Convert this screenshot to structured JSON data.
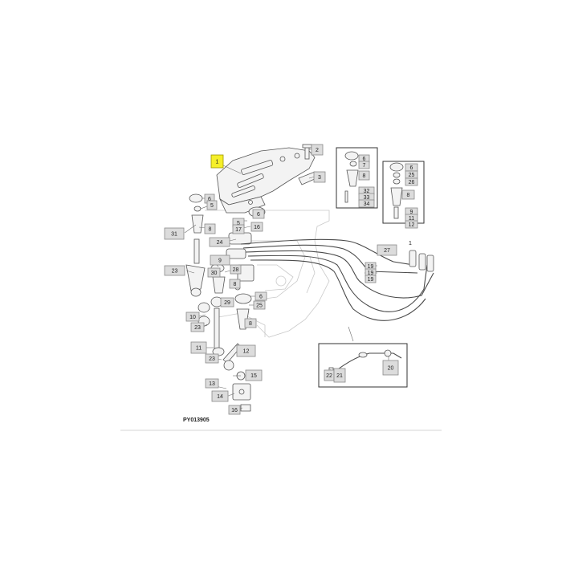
{
  "diagram": {
    "code": "PY013905",
    "labels": [
      {
        "text": "1",
        "highlight": true
      },
      {
        "text": "2"
      },
      {
        "text": "3"
      },
      {
        "text": "6"
      },
      {
        "text": "5"
      },
      {
        "text": "8"
      },
      {
        "text": "31"
      },
      {
        "text": "6"
      },
      {
        "text": "5"
      },
      {
        "text": "17"
      },
      {
        "text": "16"
      },
      {
        "text": "24"
      },
      {
        "text": "9"
      },
      {
        "text": "28"
      },
      {
        "text": "23"
      },
      {
        "text": "30"
      },
      {
        "text": "8"
      },
      {
        "text": "29"
      },
      {
        "text": "6"
      },
      {
        "text": "25"
      },
      {
        "text": "10"
      },
      {
        "text": "8"
      },
      {
        "text": "23"
      },
      {
        "text": "11"
      },
      {
        "text": "12"
      },
      {
        "text": "23"
      },
      {
        "text": "15"
      },
      {
        "text": "13"
      },
      {
        "text": "14"
      },
      {
        "text": "16"
      },
      {
        "text": "6"
      },
      {
        "text": "7"
      },
      {
        "text": "8"
      },
      {
        "text": "32"
      },
      {
        "text": "33"
      },
      {
        "text": "34"
      },
      {
        "text": "6"
      },
      {
        "text": "25"
      },
      {
        "text": "26"
      },
      {
        "text": "8"
      },
      {
        "text": "9"
      },
      {
        "text": "11"
      },
      {
        "text": "12"
      },
      {
        "text": "27"
      },
      {
        "text": "19"
      },
      {
        "text": "19"
      },
      {
        "text": "19"
      },
      {
        "text": "22"
      },
      {
        "text": "21"
      },
      {
        "text": "20"
      }
    ],
    "plain_marks": [
      "1"
    ]
  }
}
